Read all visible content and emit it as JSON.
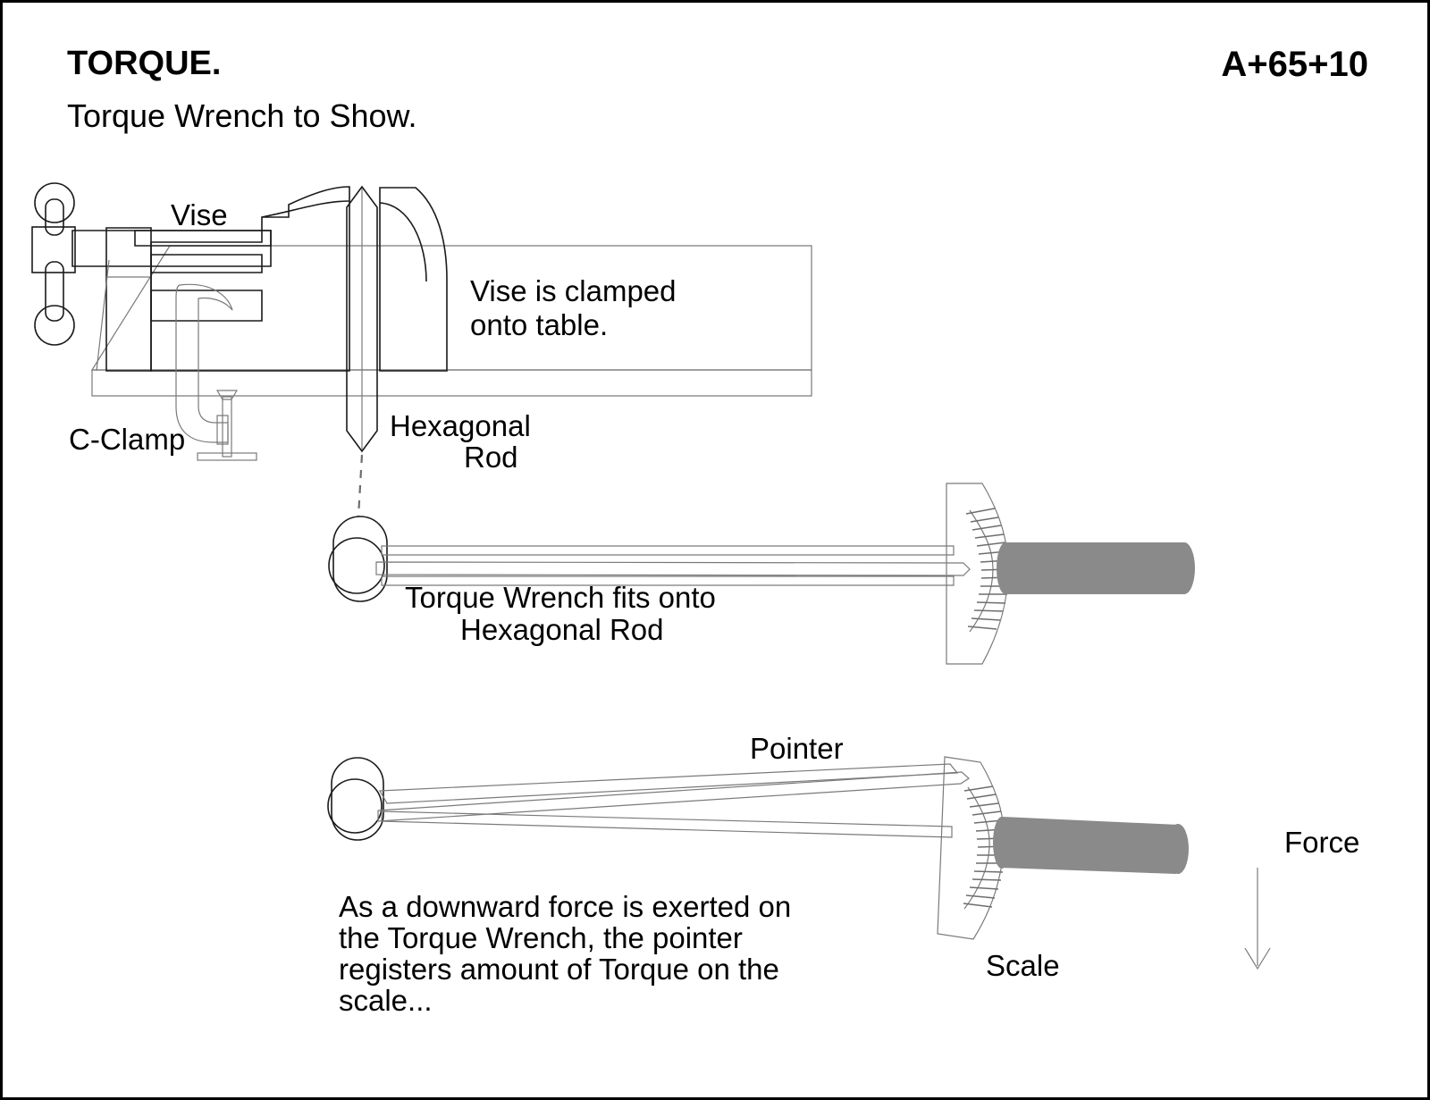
{
  "page": {
    "title": "TORQUE.",
    "subtitle": "Torque Wrench to Show.",
    "code": "A+65+10",
    "border_color": "#000000",
    "background": "#ffffff"
  },
  "labels": {
    "vise": "Vise",
    "vise_clamped_line1": "Vise is clamped",
    "vise_clamped_line2": "onto table.",
    "c_clamp": "C-Clamp",
    "hex_rod_line1": "Hexagonal",
    "hex_rod_line2": "Rod",
    "fits_line1": "Torque Wrench fits onto",
    "fits_line2": "Hexagonal Rod",
    "pointer": "Pointer",
    "scale": "Scale",
    "force": "Force"
  },
  "body_text": {
    "line1": "As a downward force is exerted on",
    "line2": "the Torque Wrench, the pointer",
    "line3": "registers amount of Torque on the",
    "line4": "scale..."
  },
  "colors": {
    "metal_light": "#eeeeee",
    "handle_grey": "#8a8a8a",
    "cclamp_grey": "#b5b5b5",
    "outline_dark": "#1a1a1a",
    "outline_mid": "#6e6e6e",
    "text": "#000000"
  },
  "diagram": {
    "scale_tick_count": 15,
    "panels": [
      {
        "name": "vise-assembly",
        "description": "Vise bolted to table with C-Clamp holding hexagonal rod vertically"
      },
      {
        "name": "wrench-relaxed",
        "description": "Torque wrench fitted onto hexagonal rod, beam straight, pointer at center of scale"
      },
      {
        "name": "wrench-flexed",
        "description": "Torque wrench beam deflected under downward force, pointer reads high on scale"
      }
    ]
  }
}
